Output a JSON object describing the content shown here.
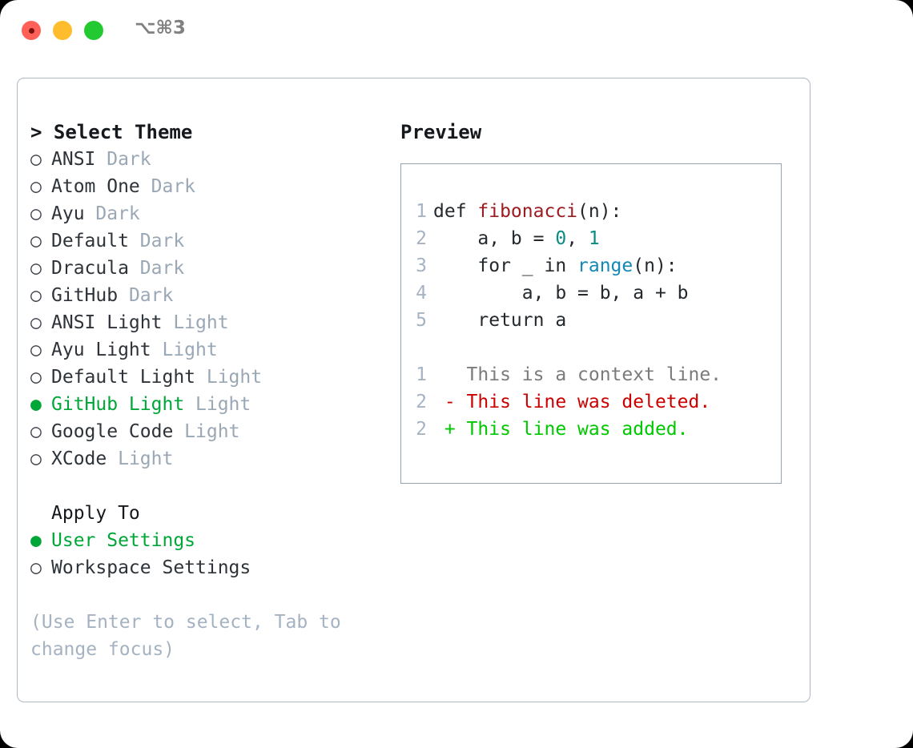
{
  "window": {
    "shortcut": "⌥⌘3",
    "traffic_lights": [
      {
        "name": "close",
        "color": "#ff6158"
      },
      {
        "name": "minimize",
        "color": "#ffbd2e"
      },
      {
        "name": "maximize",
        "color": "#23c931"
      }
    ]
  },
  "colors": {
    "selected_green": "#00a638",
    "muted_gray": "#9aa7b5",
    "hint_gray": "#a5b2c1",
    "panel_border": "#aeb9c6",
    "preview_border": "#94a3b3",
    "line_number": "#a6b3c2",
    "syntax_function": "#9b1c21",
    "syntax_number": "#0a8b84",
    "syntax_call": "#1388b5",
    "diff_context": "#7b7b7b",
    "diff_deleted": "#cc0000",
    "diff_added": "#00c800"
  },
  "markers": {
    "unselected": "○",
    "selected": "●",
    "prompt": ">"
  },
  "theme_picker": {
    "header": "Select Theme",
    "items": [
      {
        "name": "ANSI",
        "variant": "Dark",
        "selected": false
      },
      {
        "name": "Atom One",
        "variant": "Dark",
        "selected": false
      },
      {
        "name": "Ayu",
        "variant": "Dark",
        "selected": false
      },
      {
        "name": "Default",
        "variant": "Dark",
        "selected": false
      },
      {
        "name": "Dracula",
        "variant": "Dark",
        "selected": false
      },
      {
        "name": "GitHub",
        "variant": "Dark",
        "selected": false
      },
      {
        "name": "ANSI Light",
        "variant": "Light",
        "selected": false
      },
      {
        "name": "Ayu Light",
        "variant": "Light",
        "selected": false
      },
      {
        "name": "Default Light",
        "variant": "Light",
        "selected": false
      },
      {
        "name": "GitHub Light",
        "variant": "Light",
        "selected": true
      },
      {
        "name": "Google Code",
        "variant": "Light",
        "selected": false
      },
      {
        "name": "XCode",
        "variant": "Light",
        "selected": false
      }
    ]
  },
  "apply_to": {
    "label": "Apply To",
    "options": [
      {
        "name": "User Settings",
        "selected": true
      },
      {
        "name": "Workspace Settings",
        "selected": false
      }
    ]
  },
  "hint": "(Use Enter to select, Tab to change focus)",
  "preview": {
    "title": "Preview",
    "code_lines": [
      {
        "number": "1",
        "segments": [
          {
            "text": "def ",
            "kind": "plain"
          },
          {
            "text": "fibonacci",
            "kind": "fn"
          },
          {
            "text": "(n):",
            "kind": "plain"
          }
        ]
      },
      {
        "number": "2",
        "segments": [
          {
            "text": "    a, b = ",
            "kind": "plain"
          },
          {
            "text": "0",
            "kind": "num"
          },
          {
            "text": ", ",
            "kind": "plain"
          },
          {
            "text": "1",
            "kind": "num"
          }
        ]
      },
      {
        "number": "3",
        "segments": [
          {
            "text": "    for _ in ",
            "kind": "plain"
          },
          {
            "text": "range",
            "kind": "call"
          },
          {
            "text": "(n):",
            "kind": "plain"
          }
        ]
      },
      {
        "number": "4",
        "segments": [
          {
            "text": "        a, b = b, a + b",
            "kind": "plain"
          }
        ]
      },
      {
        "number": "5",
        "segments": [
          {
            "text": "    return a",
            "kind": "plain"
          }
        ]
      }
    ],
    "diff_lines": [
      {
        "number": "1",
        "marker": " ",
        "text": "This is a context line.",
        "kind": "ctx"
      },
      {
        "number": "2",
        "marker": "-",
        "text": "This line was deleted.",
        "kind": "del"
      },
      {
        "number": "2",
        "marker": "+",
        "text": "This line was added.",
        "kind": "add"
      }
    ]
  }
}
